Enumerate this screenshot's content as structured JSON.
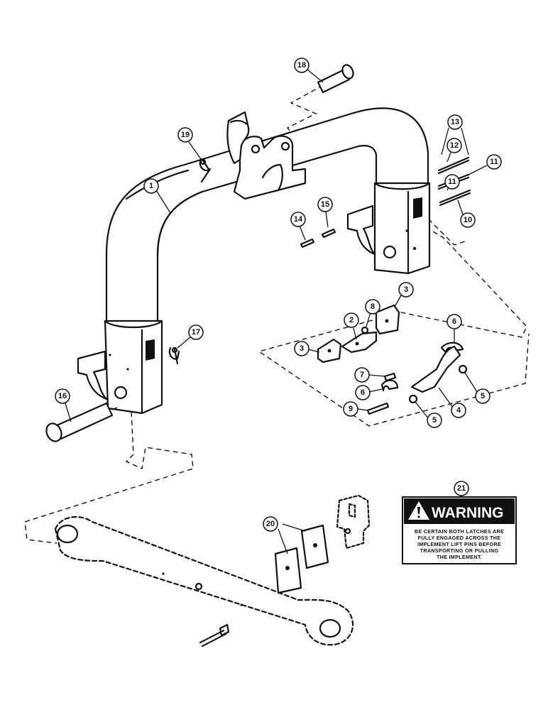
{
  "callouts": [
    {
      "id": "c1",
      "label": "1"
    },
    {
      "id": "c2",
      "label": "2"
    },
    {
      "id": "c3a",
      "label": "3"
    },
    {
      "id": "c3b",
      "label": "3"
    },
    {
      "id": "c4",
      "label": "4"
    },
    {
      "id": "c5a",
      "label": "5"
    },
    {
      "id": "c5b",
      "label": "5"
    },
    {
      "id": "c6a",
      "label": "6"
    },
    {
      "id": "c6b",
      "label": "6"
    },
    {
      "id": "c7",
      "label": "7"
    },
    {
      "id": "c8",
      "label": "8"
    },
    {
      "id": "c9",
      "label": "9"
    },
    {
      "id": "c10",
      "label": "10"
    },
    {
      "id": "c11a",
      "label": "11"
    },
    {
      "id": "c11b",
      "label": "11"
    },
    {
      "id": "c12",
      "label": "12"
    },
    {
      "id": "c13",
      "label": "13"
    },
    {
      "id": "c14",
      "label": "14"
    },
    {
      "id": "c15",
      "label": "15"
    },
    {
      "id": "c16",
      "label": "16"
    },
    {
      "id": "c17",
      "label": "17"
    },
    {
      "id": "c18",
      "label": "18"
    },
    {
      "id": "c19",
      "label": "19"
    },
    {
      "id": "c20",
      "label": "20"
    },
    {
      "id": "c21",
      "label": "21"
    }
  ],
  "warning_decal": {
    "title": "WARNING",
    "lines": [
      "BE CERTAIN BOTH LATCHES ARE",
      "FULLY ENGAGED ACROSS THE",
      "IMPLEMENT LIFT PINS BEFORE",
      "TRANSPORTING OR PULLING",
      "THE IMPLEMENT."
    ]
  }
}
